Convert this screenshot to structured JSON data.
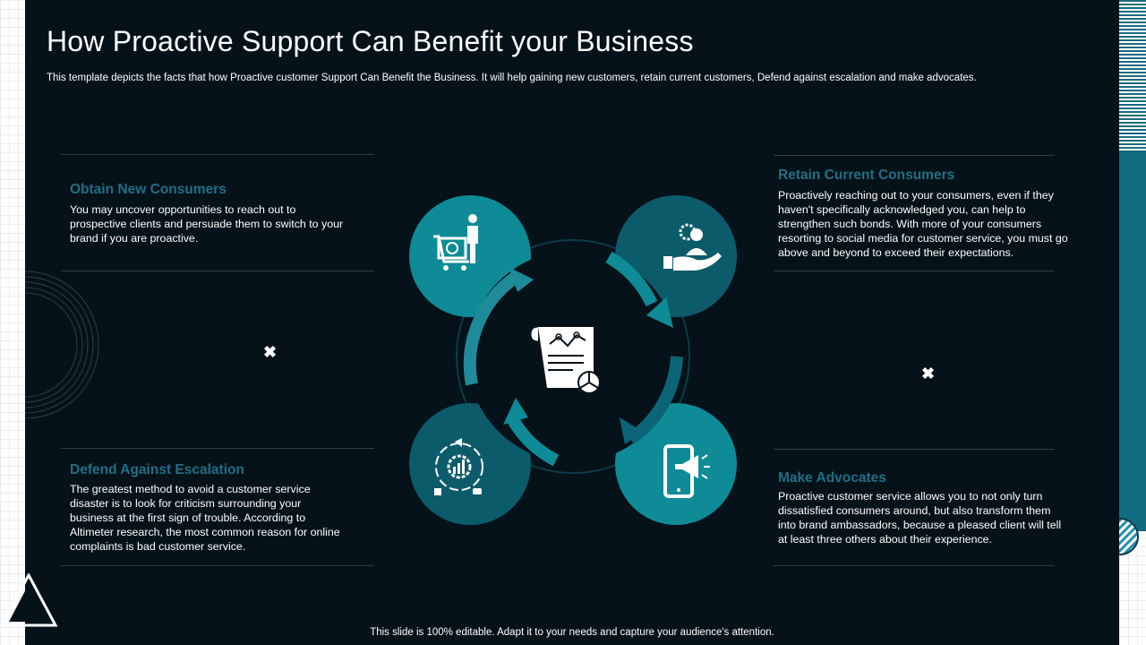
{
  "slide": {
    "title": "How Proactive Support Can Benefit your Business",
    "subtitle": "This template depicts the facts that how Proactive customer Support Can Benefit the Business. It will help gaining new customers, retain current customers, Defend against escalation and make advocates.",
    "footer": "This slide is 100% editable. Adapt it to your needs and capture your audience's attention."
  },
  "blocks": {
    "obtain": {
      "heading": "Obtain New Consumers",
      "lines": [
        "You may uncover  opportunities to reach out to",
        "prospective clients and persuade  them to switch to your",
        "brand if you are proactive."
      ]
    },
    "retain": {
      "heading": "Retain Current Consumers",
      "lines": [
        "Proactively  reaching out to your consumers,  even  if they",
        "haven't  specifically acknowledged  you, can help to",
        "strengthen such bonds.  With more of your consumers",
        "resorting to social media for  customer service,  you must go",
        "above  and beyond to exceed their expectations."
      ]
    },
    "defend": {
      "heading": "Defend Against Escalation",
      "lines": [
        "The greatest  method to avoid  a customer service",
        "disaster is to look for criticism surrounding  your",
        "business at the first sign of trouble.  According to",
        "Altimeter research,  the most common reason for online",
        "complaints is bad customer service."
      ]
    },
    "advocates": {
      "heading": "Make Advocates",
      "lines": [
        "Proactive  customer service  allows  you to not only turn",
        "dissatisfied consumers around,  but also transform  them",
        "into brand ambassadors,  because  a pleased client will tell",
        "at least three others about their experience."
      ]
    }
  },
  "icons": [
    "shopping-cart-person-icon",
    "hand-person-gear-icon",
    "gear-chart-social-icon",
    "phone-megaphone-icon",
    "report-document-icon",
    "close-icon"
  ],
  "colors": {
    "background": "#061219",
    "teal_light": "#0e8b96",
    "teal_dark": "#0c5b6b",
    "heading": "#1f6f86",
    "text": "#ffffff"
  }
}
